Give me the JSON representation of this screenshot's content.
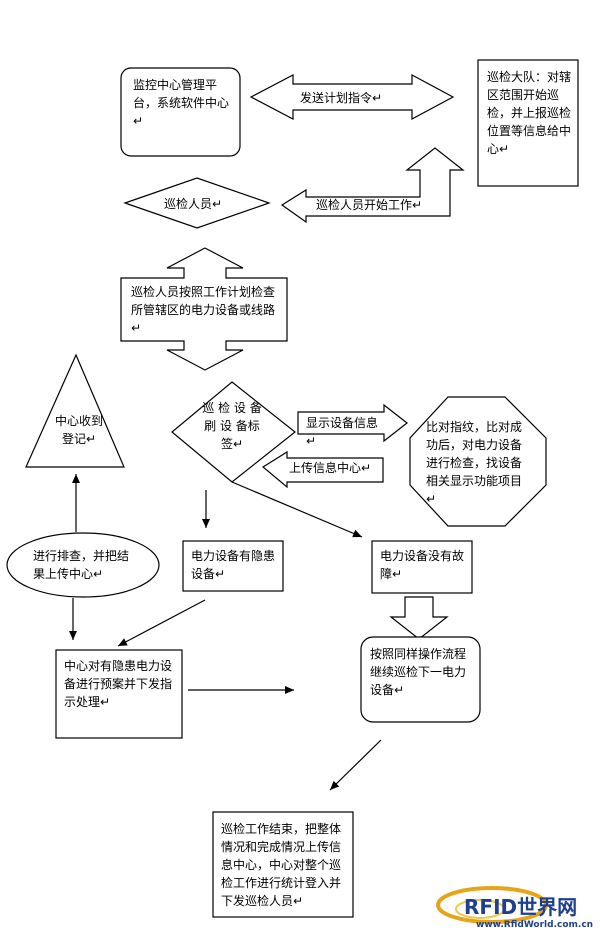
{
  "nodes": {
    "monitor_center": "监控中心管理平台，系统软件中心↵",
    "send_plan": "发送计划指令↵",
    "patrol_team": "巡检大队：对辖区范围开始巡检，并上报巡检位置等信息给中心↵",
    "patrol_staff": "巡检人员↵",
    "staff_start": "巡检人员开始工作↵",
    "inspect_devices": "巡检人员按照工作计划检查所管辖区的电力设备或线路↵",
    "center_register": "中心收到登记↵",
    "scan_tag": "巡 检 设 备 刷 设 备标签↵",
    "show_info": "显示设备信息↵",
    "upload_center": "上传信息中心↵",
    "compare": "比对指纹，比对成功后，对电力设备进行检查，找设备相关显示功能项目↵",
    "troubleshoot": "进行排查，并把结果上传中心↵",
    "hazard": "电力设备有隐患设备↵",
    "no_fault": "电力设备没有故障↵",
    "center_plan": "中心对有隐患电力设备进行预案并下发指示处理↵",
    "continue_patrol": "按照同样操作流程继续巡检下一电力设备↵",
    "end_work": "巡检工作结束，把整体情况和完成情况上传信息中心，中心对整个巡检工作进行统计登入并下发巡检人员↵"
  },
  "watermark": {
    "brand": "RFID世界网",
    "url": "www.RfidWorld.com.cn"
  }
}
